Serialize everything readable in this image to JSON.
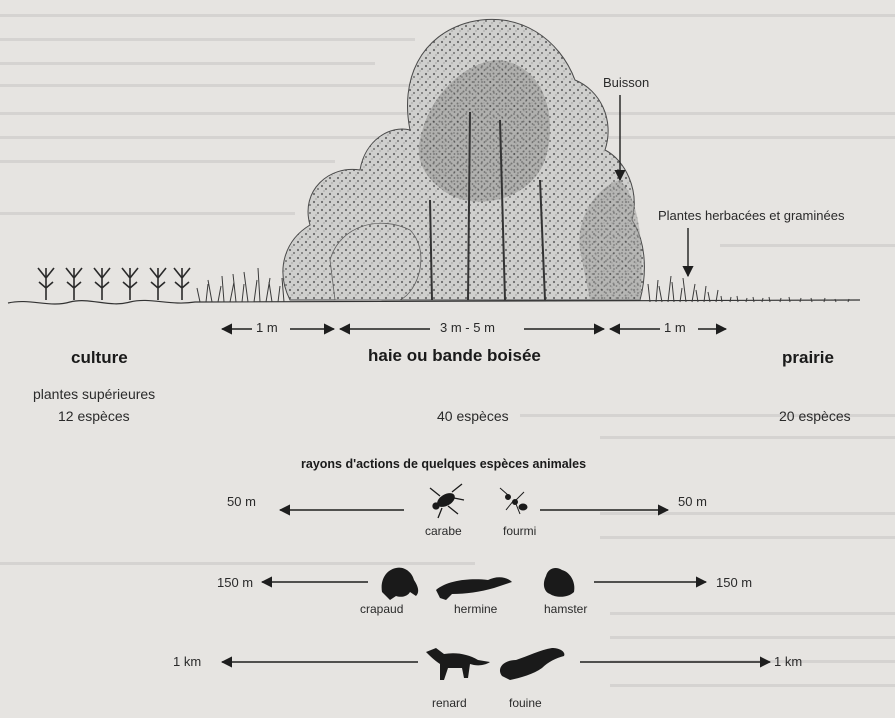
{
  "labels": {
    "buisson": "Buisson",
    "plantes": "Plantes herbacées et graminées"
  },
  "widths": {
    "left": "1 m",
    "middle": "3 m - 5 m",
    "right": "1 m"
  },
  "zones": {
    "culture": {
      "title": "culture",
      "subtitle": "plantes supérieures",
      "count": "12 espèces"
    },
    "haie": {
      "title": "haie ou bande boisée",
      "count": "40 espèces"
    },
    "prairie": {
      "title": "prairie",
      "count": "20 espèces"
    }
  },
  "animals_title": "rayons d'actions de quelques espèces animales",
  "ranges": [
    {
      "left": "50 m",
      "right": "50 m",
      "animals": [
        "carabe",
        "fourmi"
      ]
    },
    {
      "left": "150 m",
      "right": "150 m",
      "animals": [
        "crapaud",
        "hermine",
        "hamster"
      ]
    },
    {
      "left": "1 km",
      "right": "1 km",
      "animals": [
        "renard",
        "fouine"
      ]
    }
  ]
}
